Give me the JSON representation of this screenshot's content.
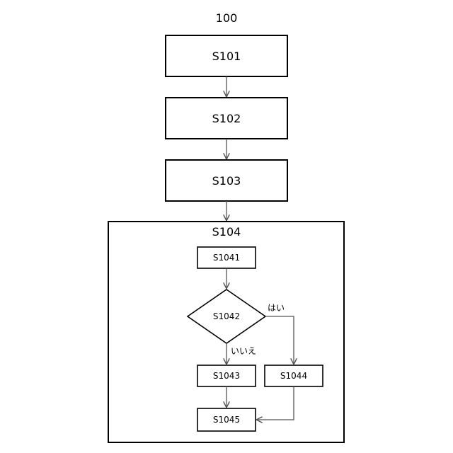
{
  "diagram": {
    "title": "100",
    "steps": {
      "s101": "S101",
      "s102": "S102",
      "s103": "S103",
      "s104": "S104",
      "s1041": "S1041",
      "s1042": "S1042",
      "s1043": "S1043",
      "s1044": "S1044",
      "s1045": "S1045"
    },
    "branches": {
      "yes": "はい",
      "no": "いいえ"
    }
  }
}
